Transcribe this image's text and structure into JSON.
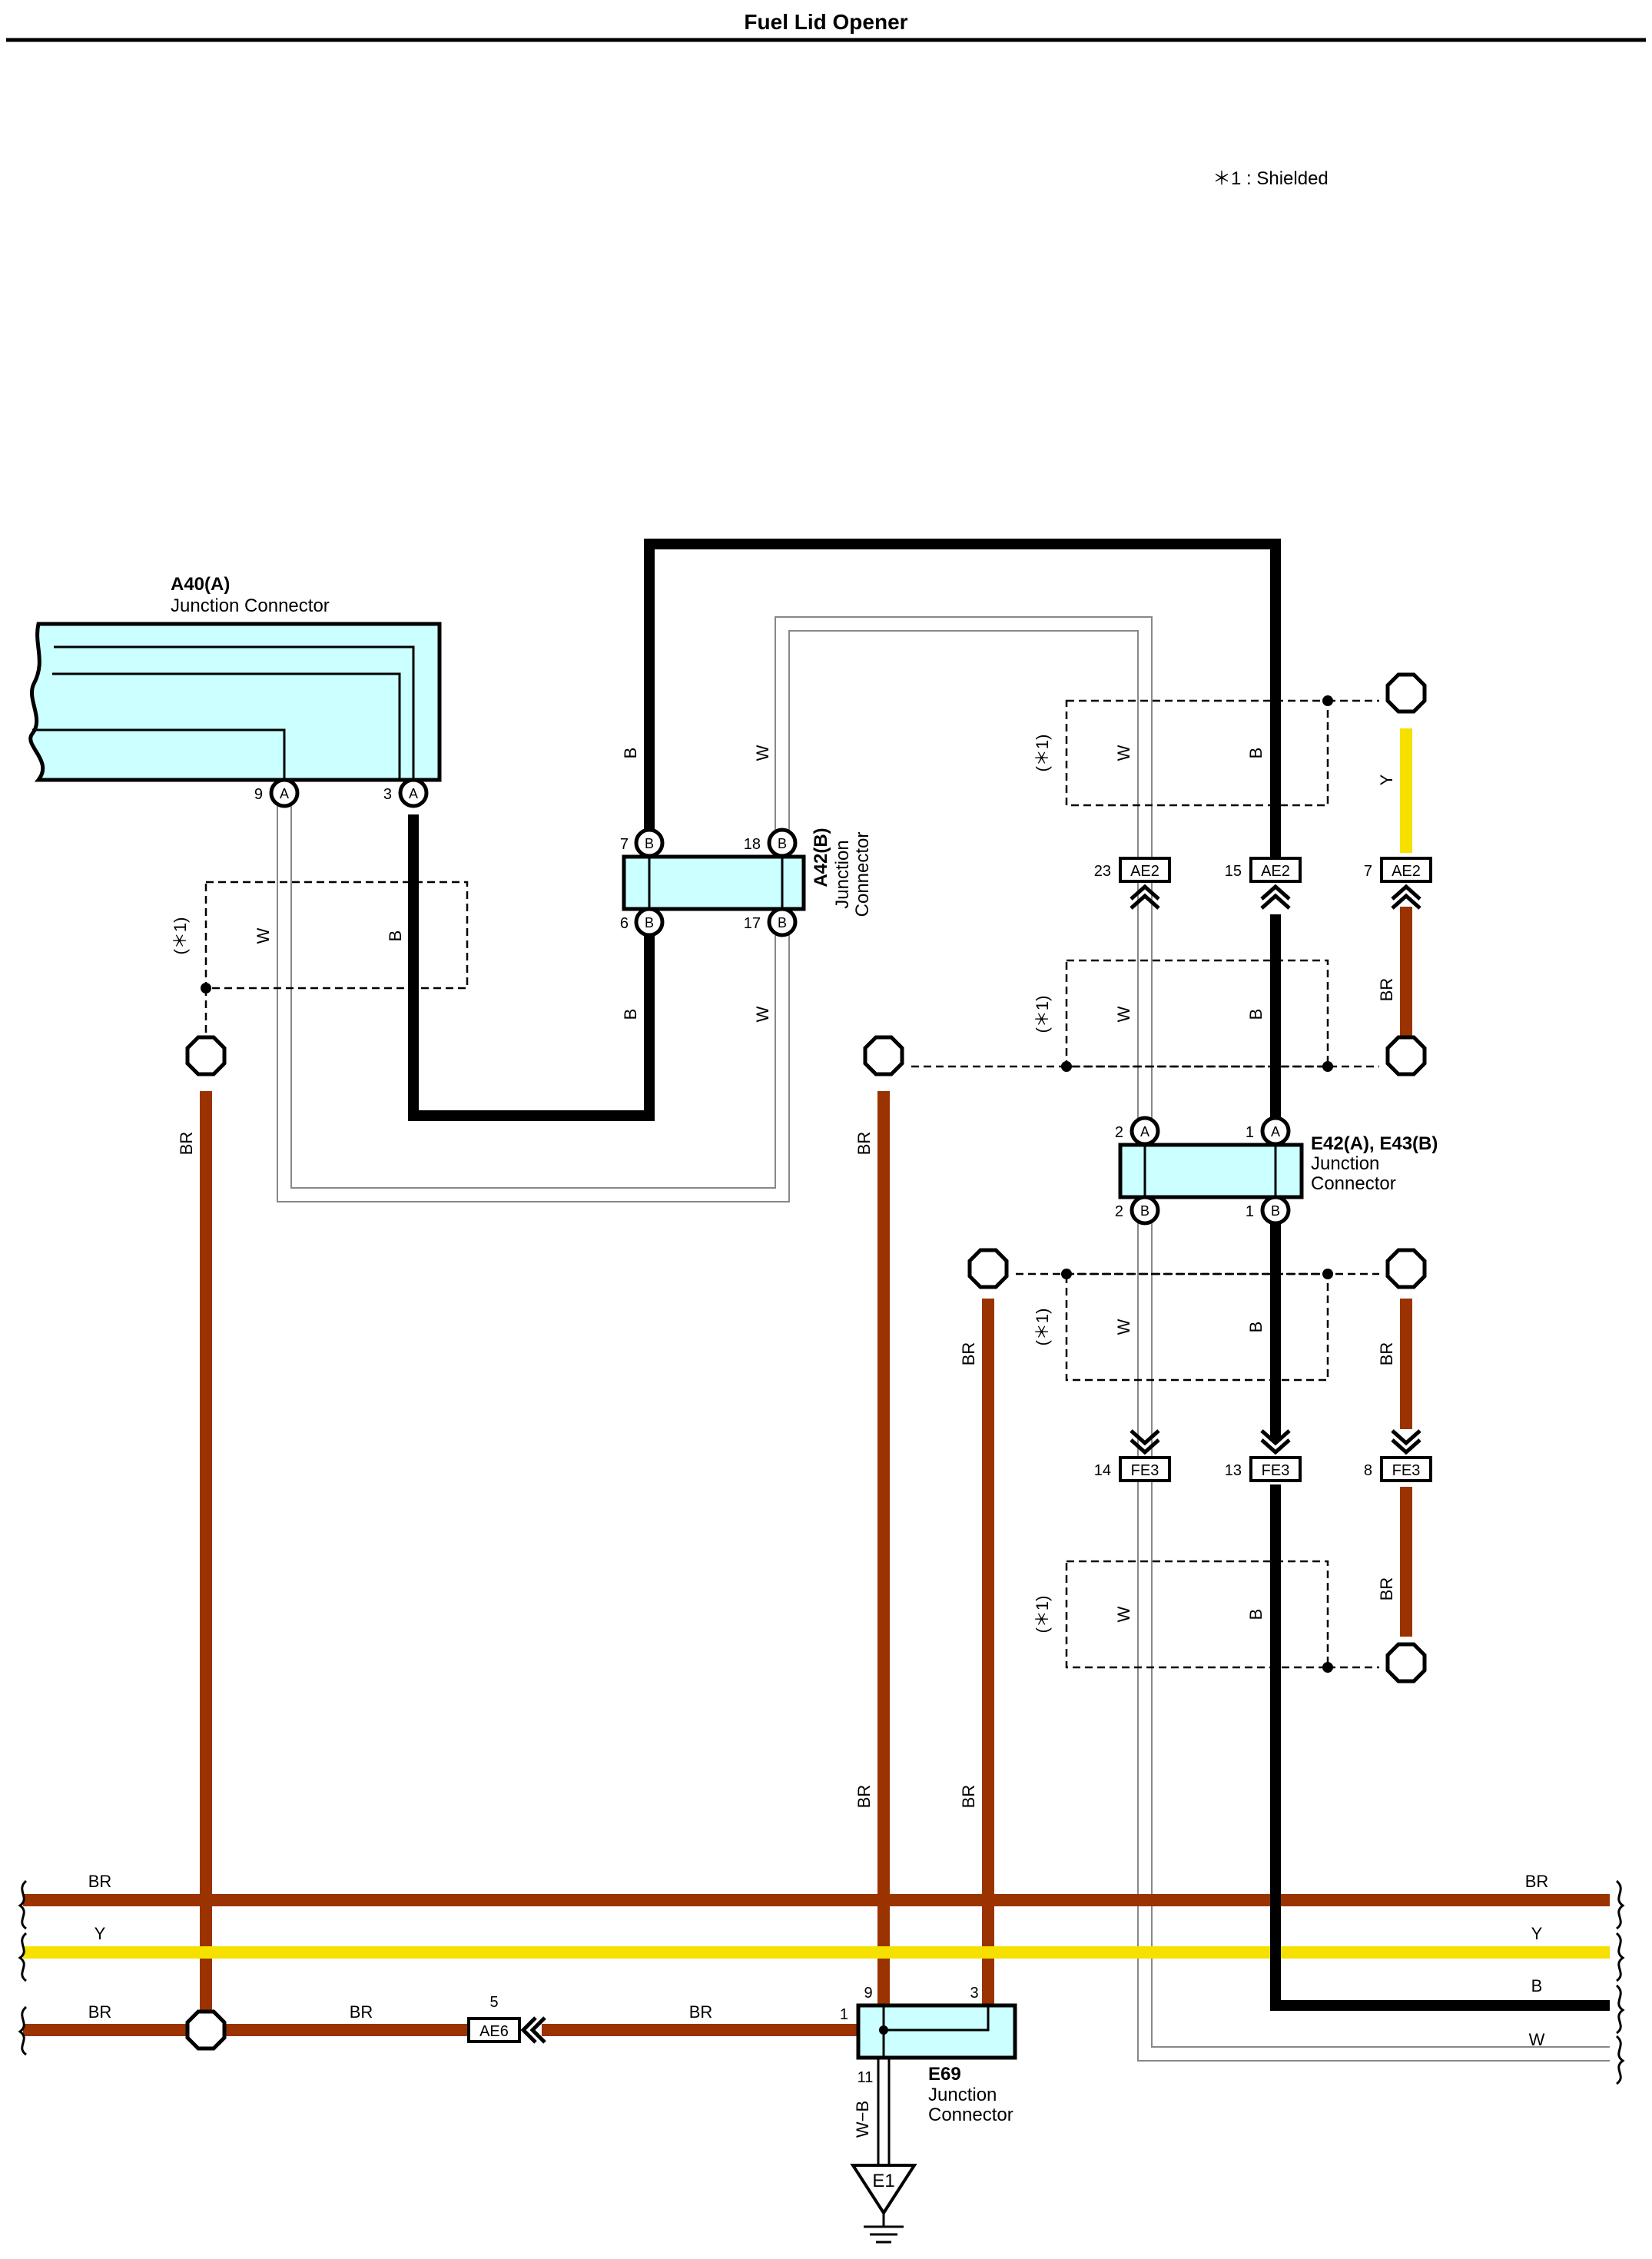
{
  "title": "Fuel Lid Opener",
  "note": "＊1 : Shielded",
  "shield_label": "(＊1)",
  "connectors": {
    "a40": {
      "name": "A40(A)",
      "desc": "Junction Connector",
      "pin_9": "9",
      "pin_3": "3",
      "letter": "A"
    },
    "a42": {
      "name": "A42(B)",
      "desc_1": "Junction",
      "desc_2": "Connector",
      "pin_7": "7",
      "pin_18": "18",
      "pin_6": "6",
      "pin_17": "17",
      "letter": "B"
    },
    "e42": {
      "name": "E42(A), E43(B)",
      "desc_1": "Junction",
      "desc_2": "Connector",
      "pin_2a": "2",
      "pin_1a": "1",
      "pin_2b": "2",
      "pin_1b": "1",
      "letter_a": "A",
      "letter_b": "B"
    },
    "e69": {
      "name": "E69",
      "desc_1": "Junction",
      "desc_2": "Connector",
      "pin_9": "9",
      "pin_3": "3",
      "pin_1": "1",
      "pin_11": "11"
    }
  },
  "inline": {
    "ae2": {
      "label": "AE2",
      "pins": [
        "23",
        "15",
        "7"
      ]
    },
    "fe3": {
      "label": "FE3",
      "pins": [
        "14",
        "13",
        "8"
      ]
    },
    "ae6": {
      "label": "AE6",
      "pin": "5"
    }
  },
  "ground": {
    "label": "E1"
  },
  "wires": {
    "br": "BR",
    "b": "B",
    "w": "W",
    "y": "Y",
    "wb": "W−B"
  },
  "colors": {
    "br": "#9a3300",
    "y": "#f5e000",
    "b": "#000000",
    "w": "#ffffff",
    "junction": "#ccffff"
  }
}
